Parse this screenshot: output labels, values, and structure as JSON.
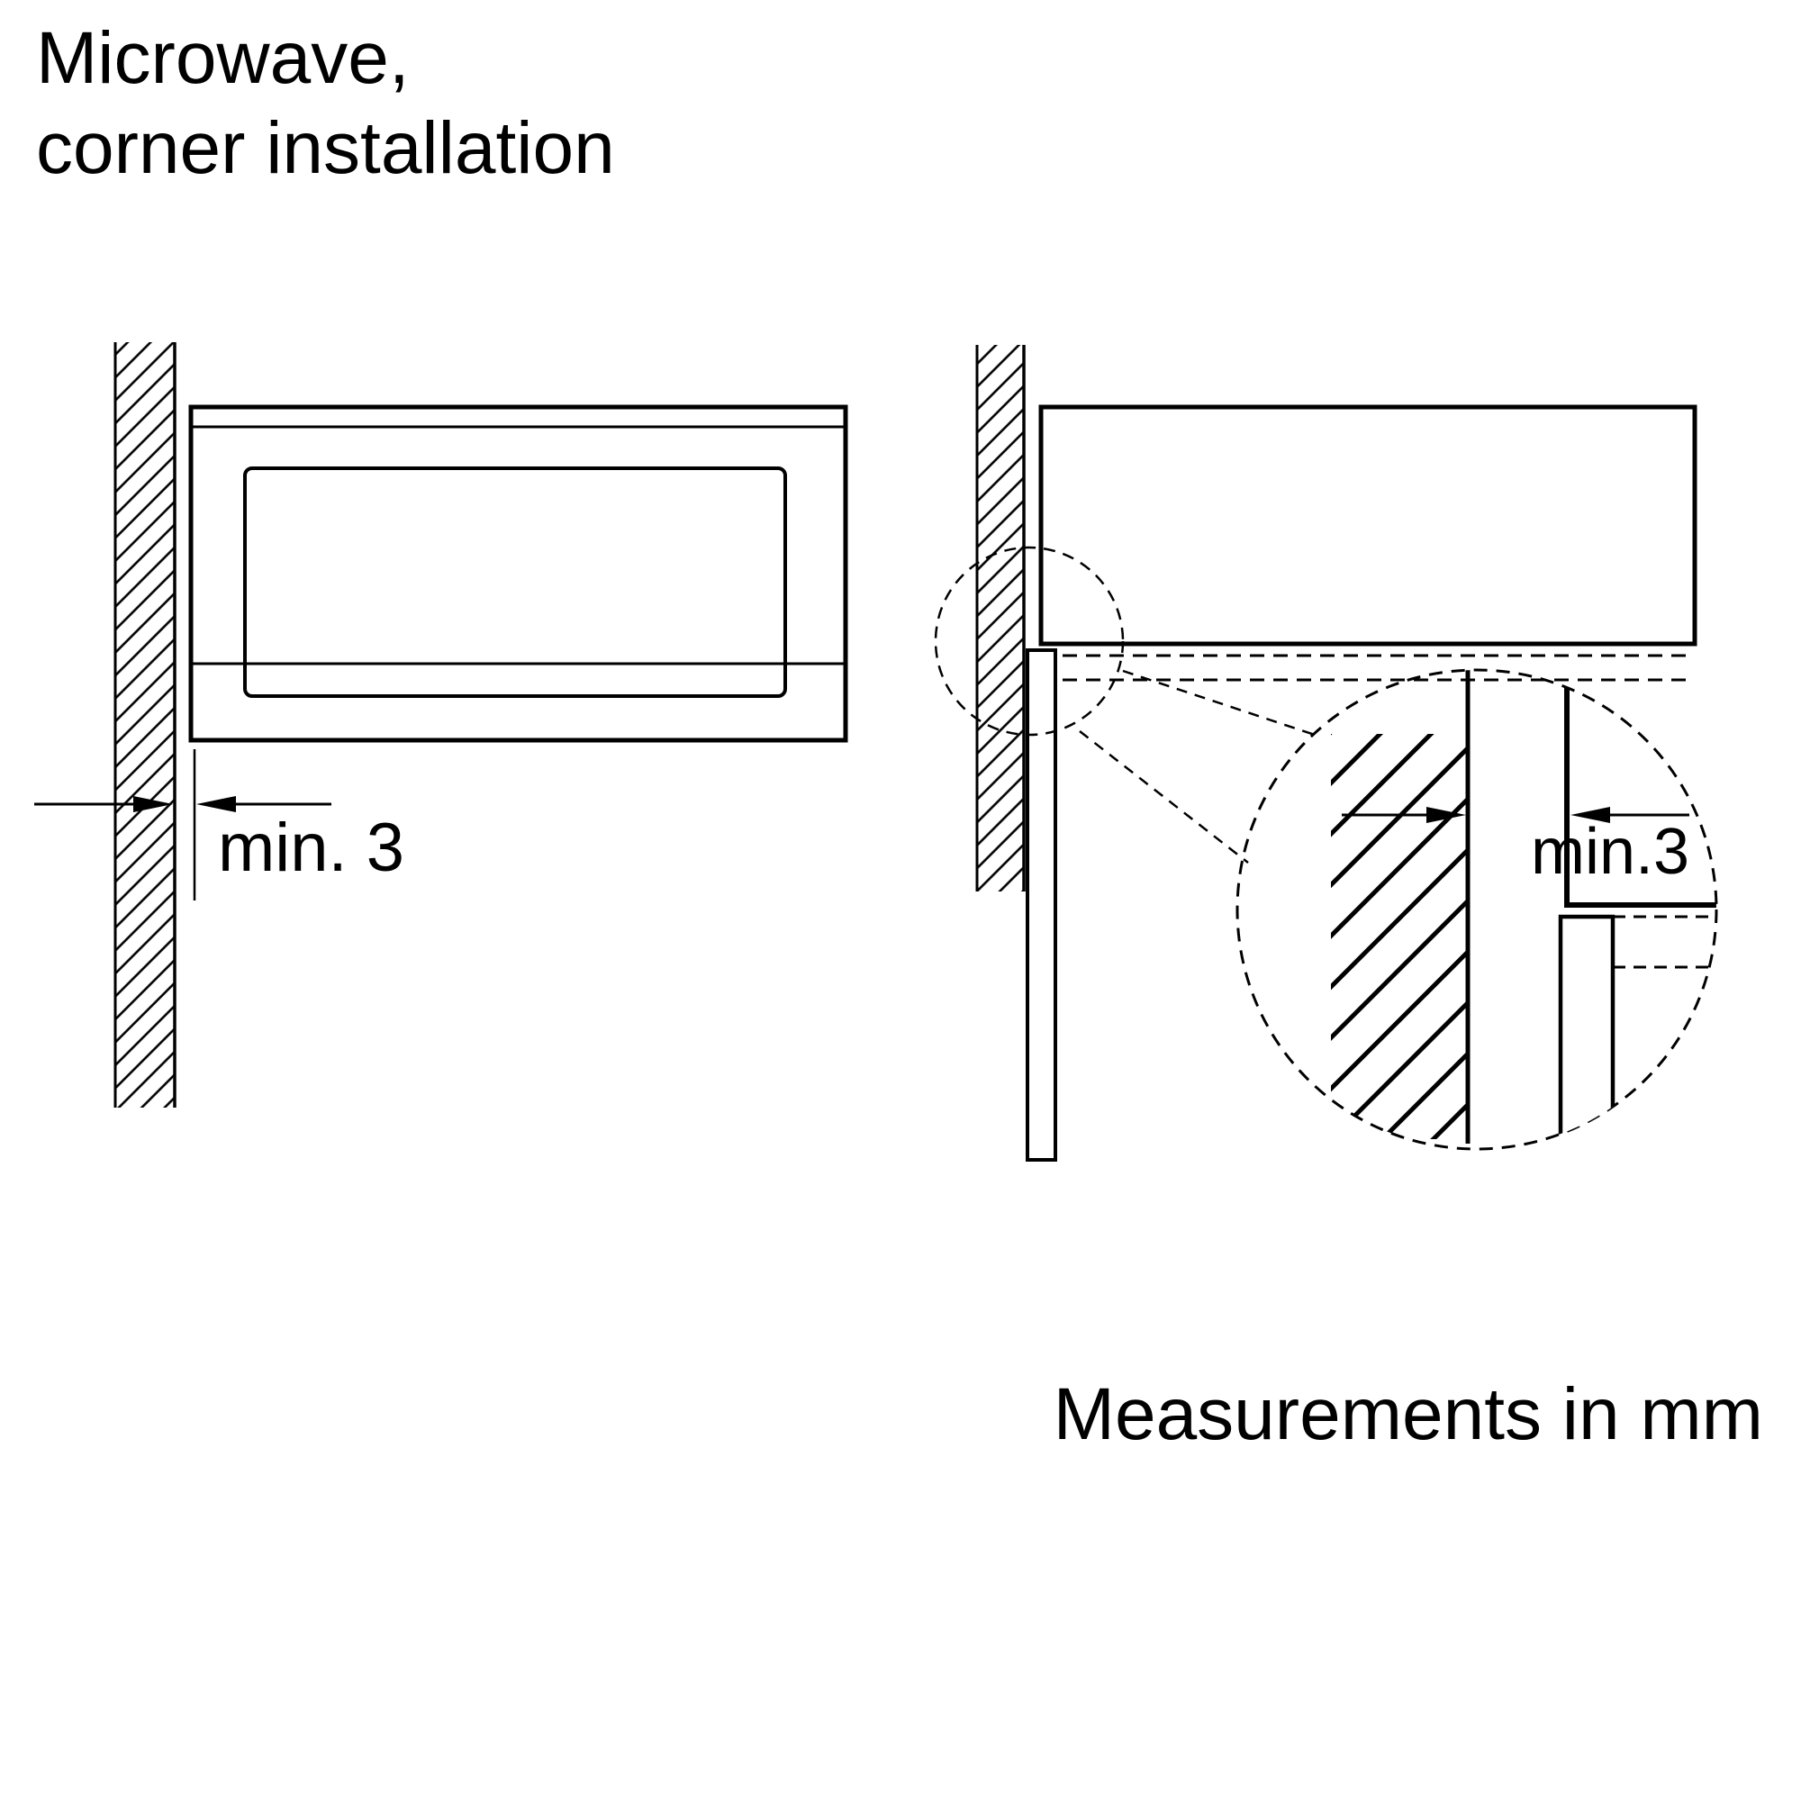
{
  "page": {
    "background_color": "#ffffff",
    "ink_color": "#000000"
  },
  "title": {
    "line1": "Microwave,",
    "line2": "corner installation"
  },
  "front_view": {
    "dimension_label": "min. 3"
  },
  "detail_view": {
    "dimension_label": "min.3"
  },
  "footer": {
    "note": "Measurements in mm"
  }
}
